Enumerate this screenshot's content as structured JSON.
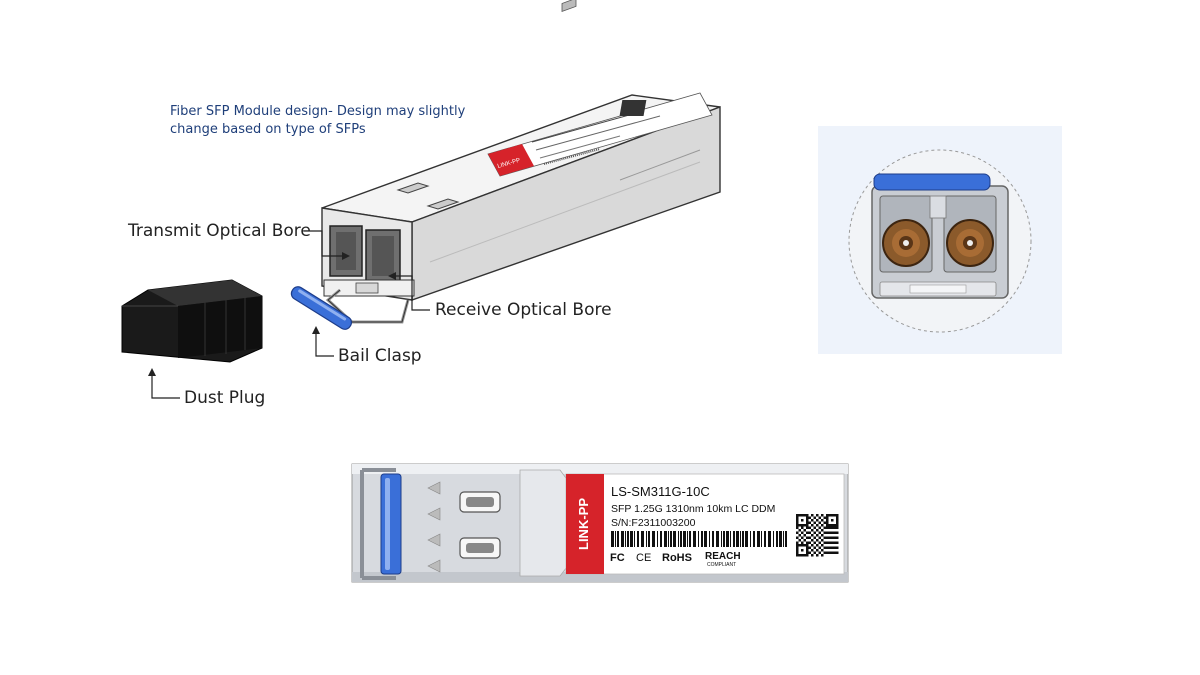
{
  "caption": "Fiber SFP Module design- Design may slightly change based on type of SFPs",
  "callouts": {
    "transmit": "Transmit Optical Bore",
    "receive": "Receive Optical Bore",
    "bail": "Bail Clasp",
    "dust": "Dust Plug"
  },
  "label": {
    "brand": "LINK-PP",
    "model": "LS-SM311G-10C",
    "spec": "SFP 1.25G 1310nm 10km LC DDM",
    "serial": "S/N:F2311003200",
    "cert_fc": "FC",
    "cert_ce": "CE",
    "cert_rohs": "RoHS",
    "cert_reach": "REACH",
    "cert_compliant": "COMPLIANT"
  },
  "colors": {
    "brand_red": "#d6232a",
    "bail_blue": "#3a6fd8",
    "caption_blue": "#1f3f7a"
  }
}
